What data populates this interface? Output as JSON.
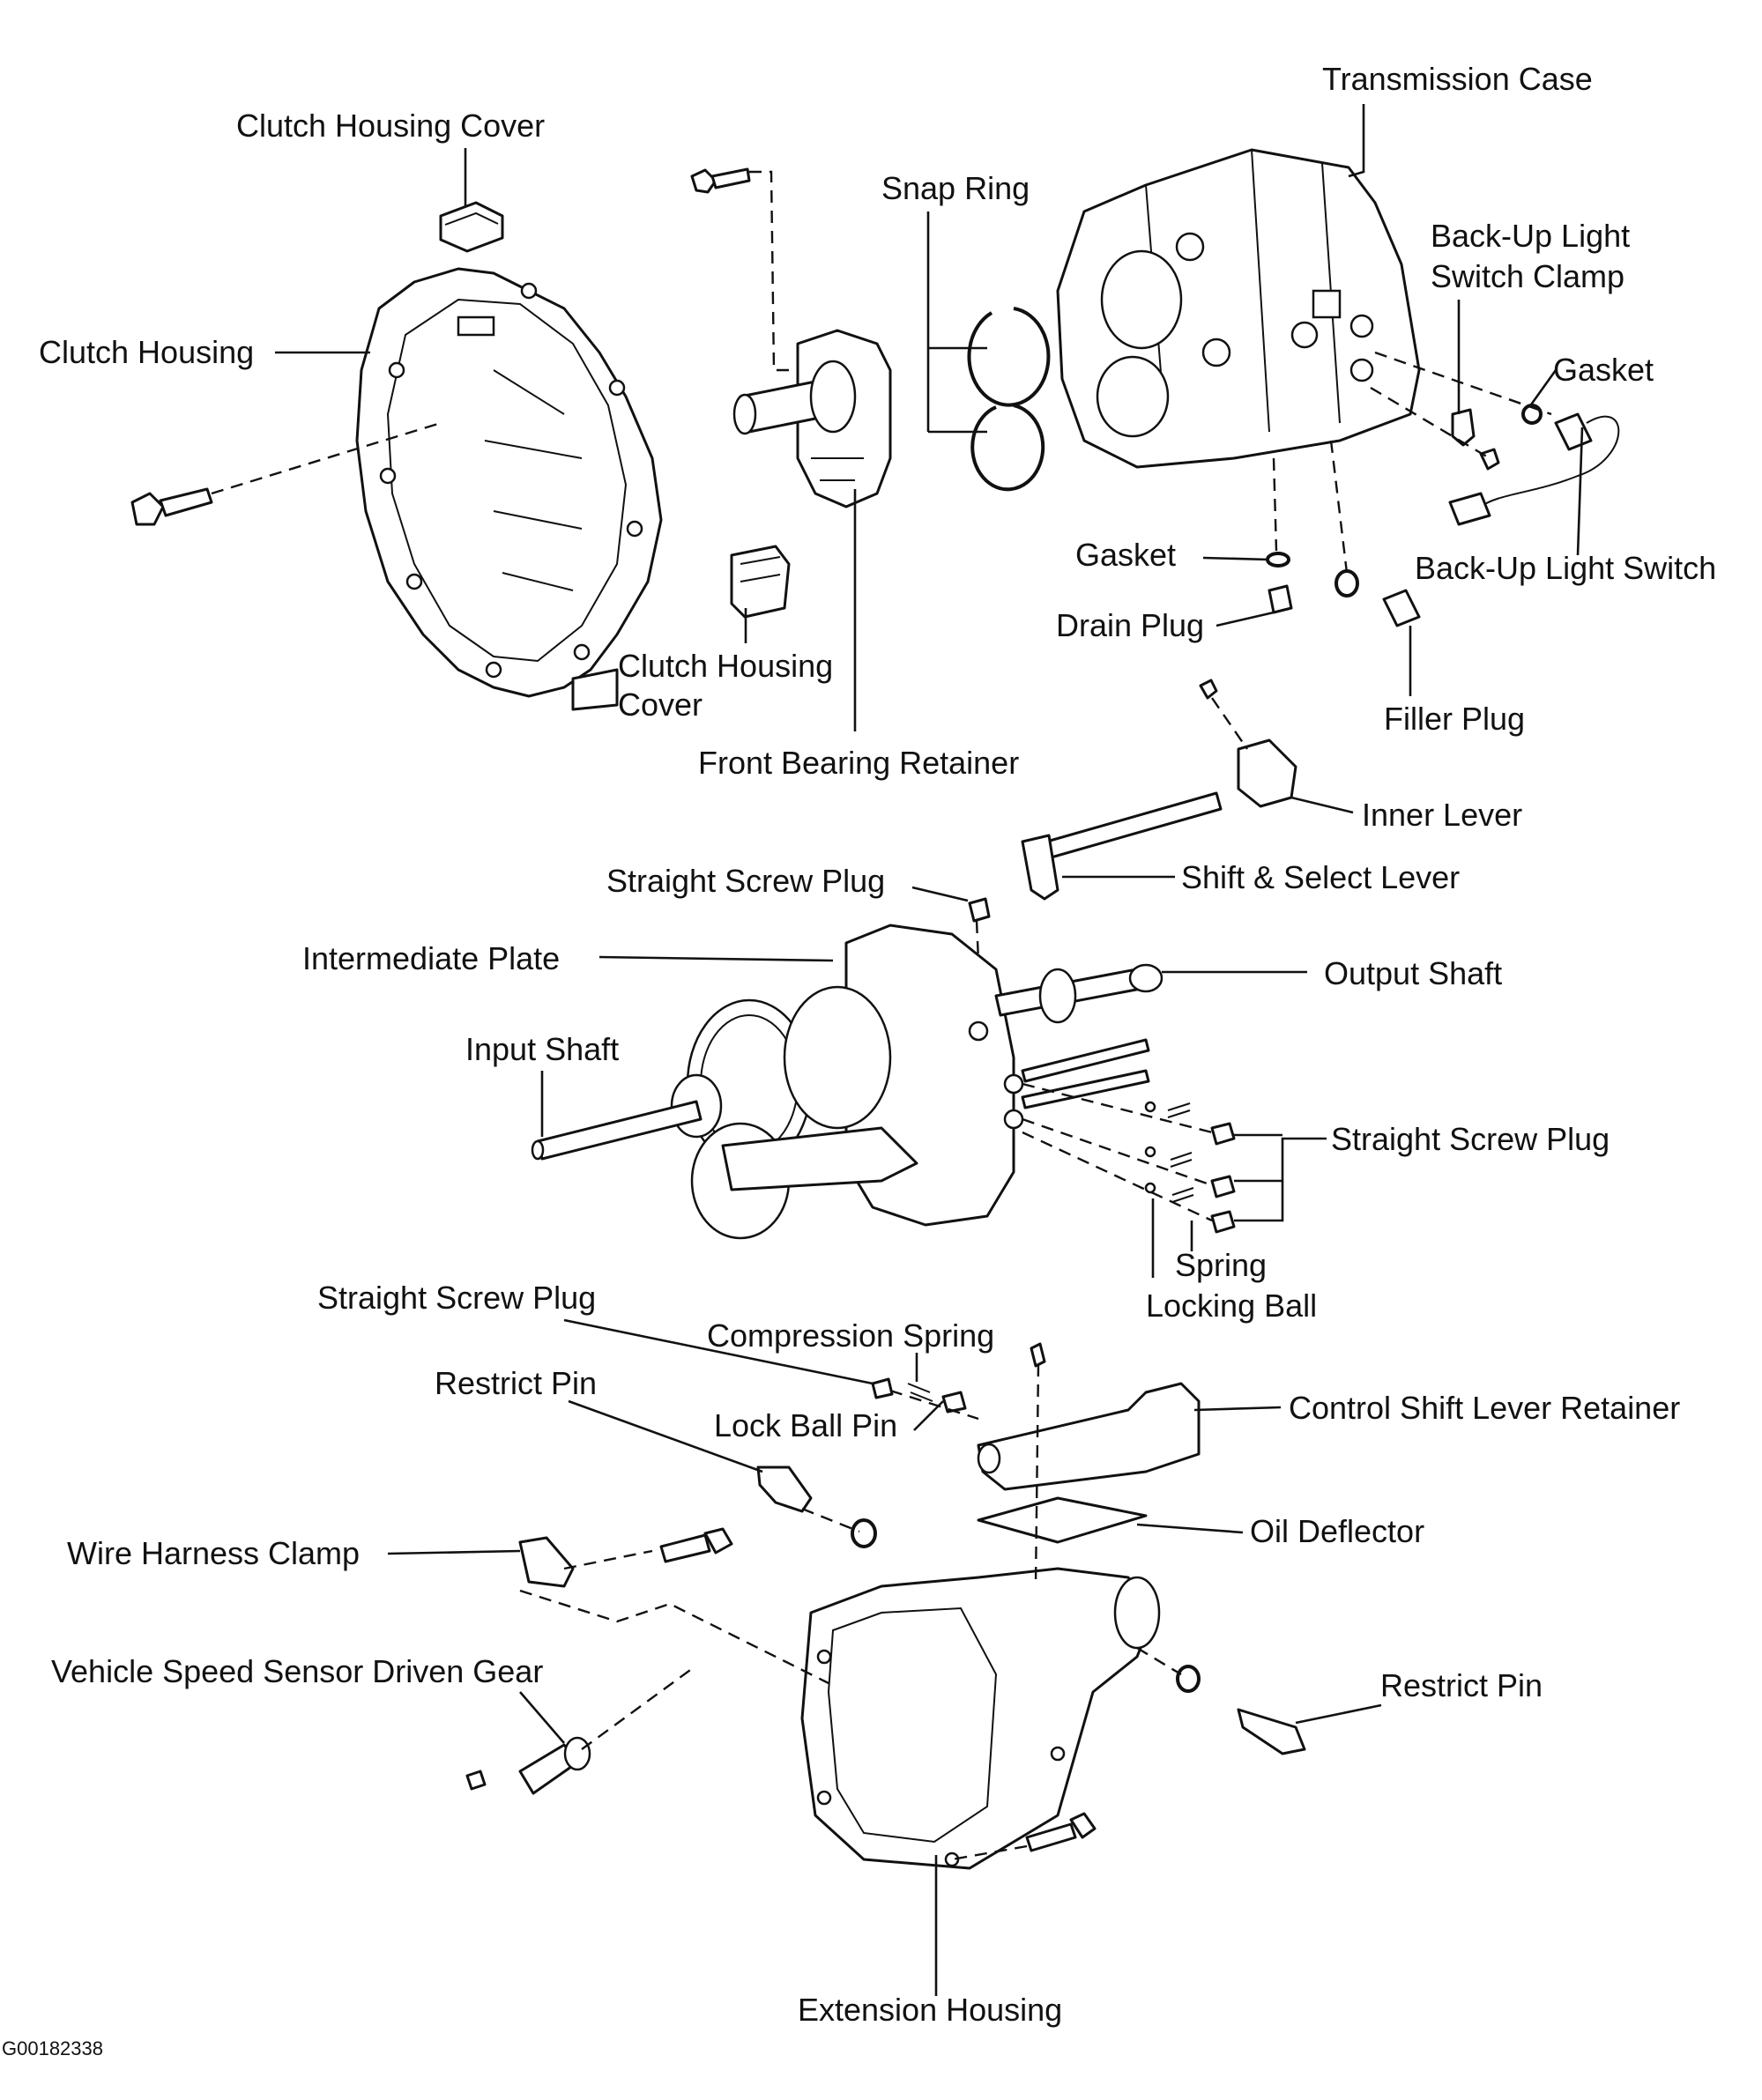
{
  "figure_id": "G00182338",
  "labels": {
    "transmission_case": "Transmission Case",
    "clutch_housing_cover_top": "Clutch Housing Cover",
    "snap_ring": "Snap Ring",
    "back_up_light_switch_clamp_1": "Back-Up Light",
    "back_up_light_switch_clamp_2": "Switch Clamp",
    "clutch_housing": "Clutch Housing",
    "gasket_right": "Gasket",
    "gasket_drain": "Gasket",
    "back_up_light_switch": "Back-Up Light Switch",
    "drain_plug": "Drain Plug",
    "clutch_housing_cover_mid_1": "Clutch Housing",
    "clutch_housing_cover_mid_2": "Cover",
    "filler_plug": "Filler Plug",
    "front_bearing_retainer": "Front Bearing Retainer",
    "inner_lever": "Inner Lever",
    "shift_select_lever": "Shift & Select Lever",
    "straight_screw_plug_top": "Straight Screw Plug",
    "intermediate_plate": "Intermediate Plate",
    "output_shaft": "Output Shaft",
    "input_shaft": "Input Shaft",
    "straight_screw_plug_right": "Straight Screw Plug",
    "spring": "Spring",
    "locking_ball": "Locking Ball",
    "straight_screw_plug_bottom": "Straight Screw Plug",
    "compression_spring": "Compression Spring",
    "restrict_pin_left": "Restrict Pin",
    "lock_ball_pin": "Lock Ball Pin",
    "control_shift_lever_retainer": "Control Shift Lever Retainer",
    "oil_deflector": "Oil Deflector",
    "wire_harness_clamp": "Wire Harness Clamp",
    "vehicle_speed_sensor_driven_gear": "Vehicle Speed Sensor Driven Gear",
    "restrict_pin_right": "Restrict Pin",
    "extension_housing": "Extension Housing"
  }
}
